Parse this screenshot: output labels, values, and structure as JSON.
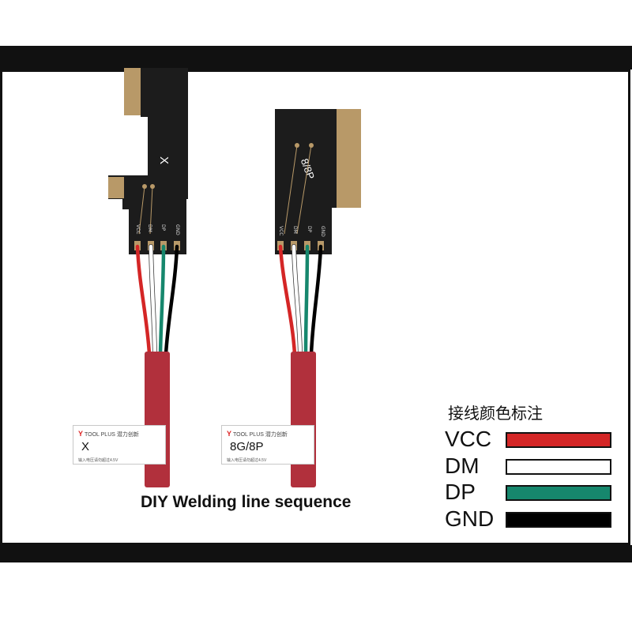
{
  "boards": [
    {
      "model_label": "X",
      "pin_labels": [
        "VCC",
        "DM",
        "DP",
        "GND"
      ],
      "tag_brand": "TOOL PLUS 潜力创新",
      "tag_model": "X",
      "tag_note": "输入电压请勿超过4.5V"
    },
    {
      "model_label": "8/8P",
      "pin_labels": [
        "VCC",
        "DM",
        "DP",
        "GND"
      ],
      "tag_brand": "TOOL PLUS 潜力创新",
      "tag_model": "8G/8P",
      "tag_note": "输入电压请勿超过4.5V"
    }
  ],
  "caption": "DIY Welding line sequence",
  "legend": {
    "title": "接线颜色标注",
    "items": [
      {
        "label": "VCC",
        "color": "#d42626"
      },
      {
        "label": "DM",
        "color": "#ffffff"
      },
      {
        "label": "DP",
        "color": "#16876d"
      },
      {
        "label": "GND",
        "color": "#000000"
      }
    ]
  },
  "colors": {
    "board": "#1c1c1c",
    "gold_pad": "#b89968",
    "sleeve": "#b1303c",
    "frame": "#111111"
  }
}
